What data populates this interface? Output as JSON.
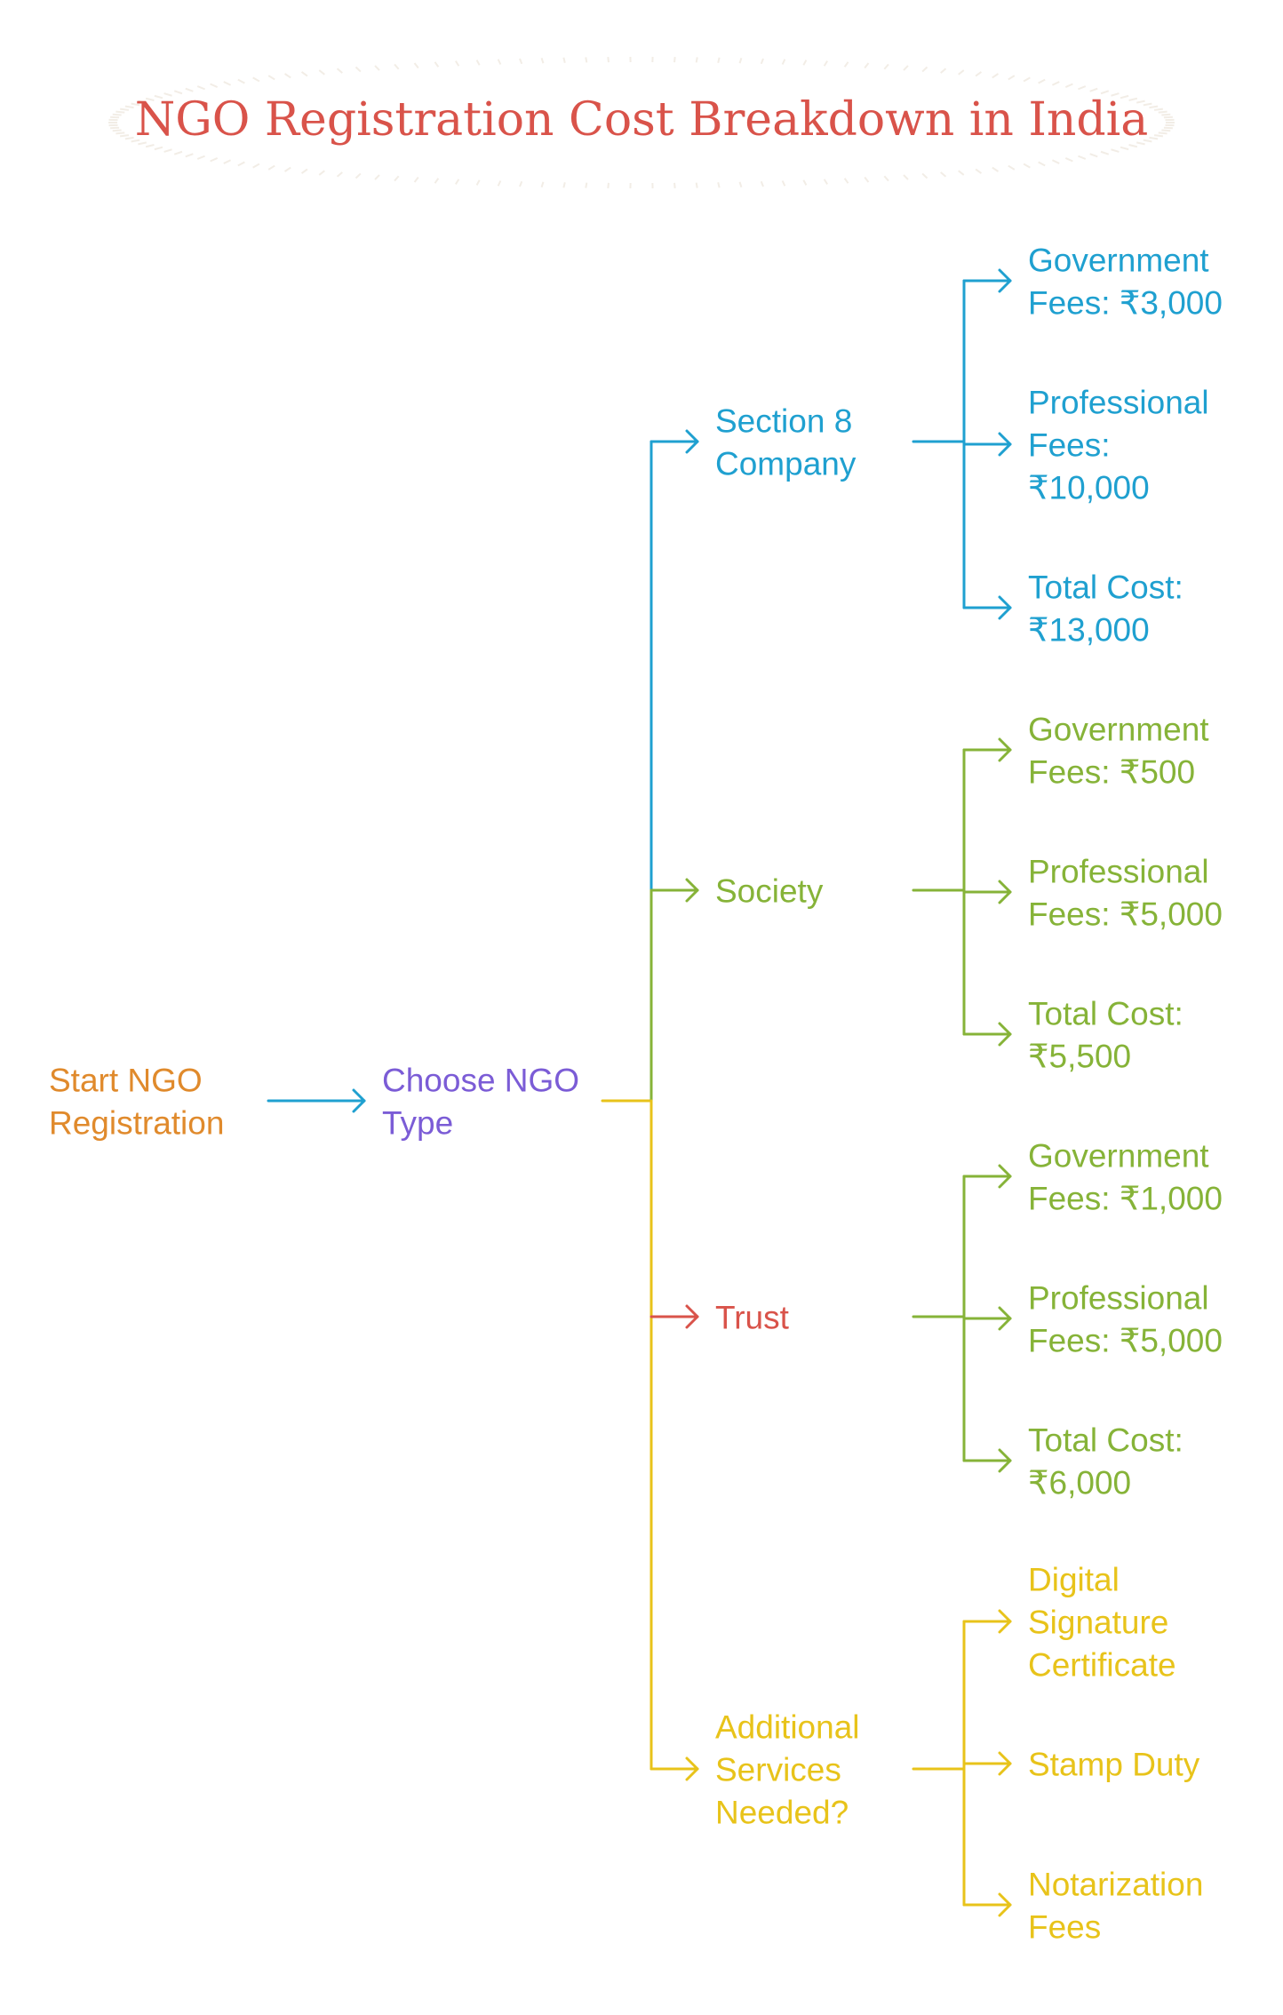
{
  "title": {
    "text": "NGO Registration Cost Breakdown in India",
    "color": "#D9534A"
  },
  "colors": {
    "orange": "#E08A2C",
    "purple": "#7B5CD6",
    "blue": "#1FA0D0",
    "green": "#86B338",
    "red": "#D9534A",
    "yellow": "#E8C31A",
    "deco": "#F2EDE6"
  },
  "nodes": {
    "start": {
      "lines": [
        "Start NGO",
        "Registration"
      ],
      "color": "orange"
    },
    "choose": {
      "lines": [
        "Choose NGO",
        "Type"
      ],
      "color": "purple"
    },
    "section8": {
      "lines": [
        "Section 8",
        "Company"
      ],
      "color": "blue"
    },
    "society": {
      "lines": [
        "Society"
      ],
      "color": "green"
    },
    "trust": {
      "lines": [
        "Trust"
      ],
      "color": "red"
    },
    "additional": {
      "lines": [
        "Additional",
        "Services",
        "Needed?"
      ],
      "color": "yellow"
    },
    "s8_gov": {
      "lines": [
        "Government",
        "Fees: ₹3,000"
      ],
      "color": "blue"
    },
    "s8_prof": {
      "lines": [
        "Professional",
        "Fees:",
        "₹10,000"
      ],
      "color": "blue"
    },
    "s8_total": {
      "lines": [
        "Total Cost:",
        "₹13,000"
      ],
      "color": "blue"
    },
    "soc_gov": {
      "lines": [
        "Government",
        "Fees: ₹500"
      ],
      "color": "green"
    },
    "soc_prof": {
      "lines": [
        "Professional",
        "Fees: ₹5,000"
      ],
      "color": "green"
    },
    "soc_total": {
      "lines": [
        "Total Cost:",
        "₹5,500"
      ],
      "color": "green"
    },
    "tr_gov": {
      "lines": [
        "Government",
        "Fees: ₹1,000"
      ],
      "color": "green"
    },
    "tr_prof": {
      "lines": [
        "Professional",
        "Fees: ₹5,000"
      ],
      "color": "green"
    },
    "tr_total": {
      "lines": [
        "Total Cost:",
        "₹6,000"
      ],
      "color": "green"
    },
    "add_dsc": {
      "lines": [
        "Digital",
        "Signature",
        "Certificate"
      ],
      "color": "yellow"
    },
    "add_stamp": {
      "lines": [
        "Stamp Duty"
      ],
      "color": "yellow"
    },
    "add_notary": {
      "lines": [
        "Notarization",
        "Fees"
      ],
      "color": "yellow"
    }
  }
}
